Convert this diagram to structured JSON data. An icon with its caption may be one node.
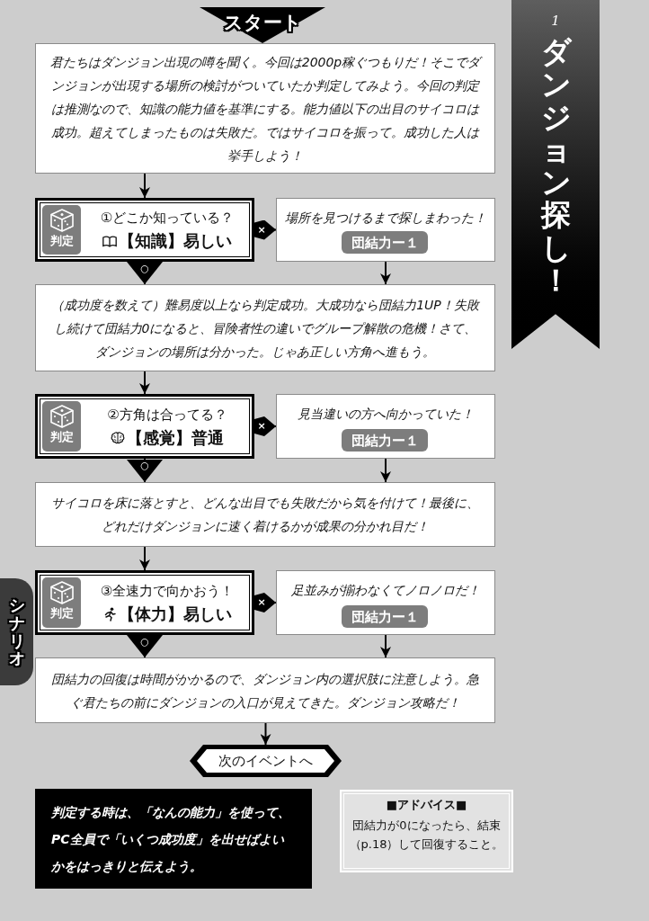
{
  "diagram": {
    "title": "ダンジョン探し！",
    "nodes": [
      {
        "text": [
          "スタート"
        ]
      },
      {
        "text": [
          "君たちはダンジョン出現の噂を聞く。今回は2000p稼ぐつもりだ！そこでダンジョンが出現する場所の検討がついていたか判定してみよう。今回の判定は推測なので、知識の能力値を基準にする。能力値以下の出目のサイコロは成功。超えてしまったものは失敗だ。ではサイコロを振って。成功した人は挙手しよう！"
        ]
      },
      {
        "text": [
          "①どこか知っている？",
          "【知識】易しい"
        ]
      },
      {
        "text": [
          "判定"
        ],
        "in": 2
      },
      {
        "text": [
          "場所を見つけるまで探しまわった！"
        ]
      },
      {
        "text": [
          "団結力ー１"
        ],
        "in": 4
      },
      {
        "text": [
          "（成功度を数えて）難易度以上なら判定成功。大成功なら団結力1UP！失敗し続けて団結力0になると、冒険者性の違いでグループ解散の危機！さて、ダンジョンの場所は分かった。じゃあ正しい方角へ進もう。"
        ]
      },
      {
        "text": [
          "②方角は合ってる？",
          "【感覚】普通"
        ]
      },
      {
        "text": [
          "判定"
        ],
        "in": 7
      },
      {
        "text": [
          "見当違いの方へ向かっていた！"
        ]
      },
      {
        "text": [
          "団結力ー１"
        ],
        "in": 9
      },
      {
        "text": [
          "サイコロを床に落とすと、どんな出目でも失敗だから気を付けて！最後に、どれだけダンジョンに速く着けるかが成果の分かれ目だ！"
        ]
      },
      {
        "text": [
          "③全速力で向かおう！",
          "【体力】易しい"
        ]
      },
      {
        "text": [
          "判定"
        ],
        "in": 12
      },
      {
        "text": [
          "足並みが揃わなくてノロノロだ！"
        ]
      },
      {
        "text": [
          "団結力ー１"
        ],
        "in": 14
      },
      {
        "text": [
          "団結力の回復は時間がかかるので、ダンジョン内の選択肢に注意しよう。急ぐ君たちの前にダンジョンの入口が見えてきた。ダンジョン攻略だ！"
        ]
      },
      {
        "text": [
          "次のイベントへ"
        ]
      },
      {
        "text": [
          "判定する時は、「なんの能力」を使って、PC全員で「いくつ成功度」を出せばよいかをはっきりと伝えよう。"
        ]
      },
      {
        "text": [
          "■アドバイス■",
          "団結力が0になったら、結束（p.18）して回復すること。"
        ]
      },
      {
        "text": [
          "シナリオ"
        ]
      }
    ],
    "edges": [
      {
        "from": 1,
        "to": 2,
        "arrow": "to"
      },
      {
        "from": 2,
        "to": 4,
        "arrow": "to",
        "label": "×"
      },
      {
        "from": 2,
        "to": 6,
        "arrow": "to",
        "label": "○"
      },
      {
        "from": 4,
        "to": 6,
        "arrow": "to"
      },
      {
        "from": 6,
        "to": 7,
        "arrow": "to"
      },
      {
        "from": 7,
        "to": 9,
        "arrow": "to",
        "label": "×"
      },
      {
        "from": 7,
        "to": 11,
        "arrow": "to",
        "label": "○"
      },
      {
        "from": 9,
        "to": 11,
        "arrow": "to"
      },
      {
        "from": 11,
        "to": 12,
        "arrow": "to"
      },
      {
        "from": 12,
        "to": 14,
        "arrow": "to",
        "label": "×"
      },
      {
        "from": 12,
        "to": 16,
        "arrow": "to",
        "label": "○"
      },
      {
        "from": 14,
        "to": 16,
        "arrow": "to"
      },
      {
        "from": 16,
        "to": 17,
        "arrow": "to"
      }
    ],
    "labels": [
      "1"
    ]
  }
}
